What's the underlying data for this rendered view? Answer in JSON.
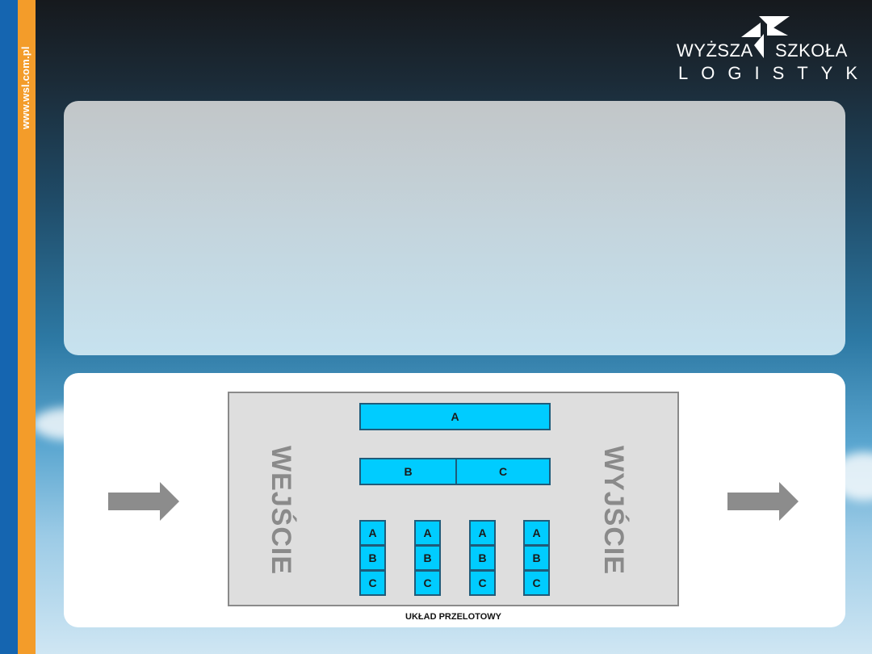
{
  "sidebar": {
    "url": "www.wsl.com.pl"
  },
  "logo": {
    "line1_left": "WYŻSZA",
    "line1_right": "SZKOŁA",
    "line2": "LOGISTYKI"
  },
  "diagram": {
    "entrance_label": "WEJŚCIE",
    "exit_label": "WYJŚCIE",
    "rack_top": "A",
    "rack_middle_left": "B",
    "rack_middle_right": "C",
    "columns": [
      {
        "top": "A",
        "middle": "B",
        "bottom": "C"
      },
      {
        "top": "A",
        "middle": "B",
        "bottom": "C"
      },
      {
        "top": "A",
        "middle": "B",
        "bottom": "C"
      },
      {
        "top": "A",
        "middle": "B",
        "bottom": "C"
      }
    ],
    "caption": "UKŁAD PRZELOTOWY"
  },
  "colors": {
    "rack_fill": "#00ccff",
    "rack_border": "#1f5b7a",
    "diagram_fill": "#dedede",
    "label_gray": "#8a8a8a",
    "arrow_gray": "#8c8c8c",
    "stripe_blue": "#1565b0",
    "stripe_orange": "#f39c2a"
  },
  "icons": {
    "entry_arrow": "arrow-right-icon",
    "exit_arrow": "arrow-right-icon",
    "logo_mark": "logo-star-icon"
  }
}
